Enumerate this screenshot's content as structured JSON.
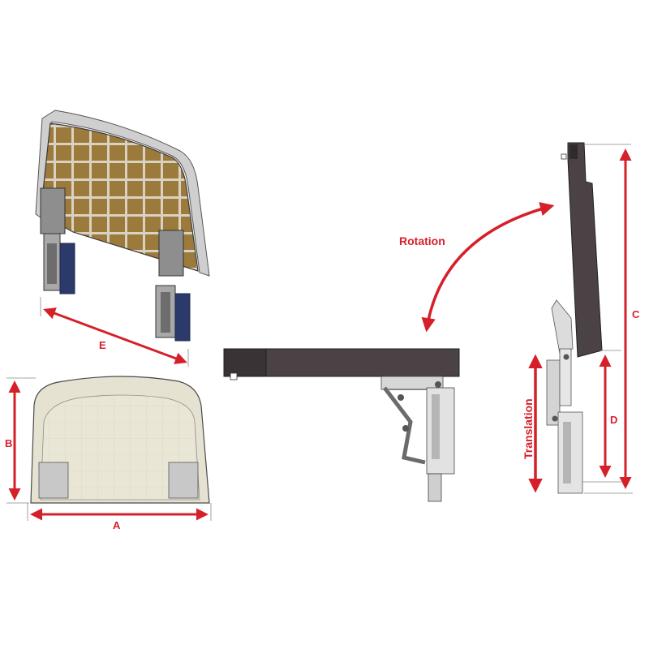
{
  "colors": {
    "accent": "#d5202a",
    "panel_dark": "#4a4244",
    "panel_fill": "#e8e4d6",
    "panel_brown": "#9c7a3c",
    "metal": "#c8c8c8",
    "mechanism_blue": "#2b3a6b"
  },
  "labels": {
    "dim_a": "A",
    "dim_b": "B",
    "dim_c": "C",
    "dim_d": "D",
    "dim_e": "E",
    "rotation": "Rotation",
    "translation": "Translation"
  }
}
